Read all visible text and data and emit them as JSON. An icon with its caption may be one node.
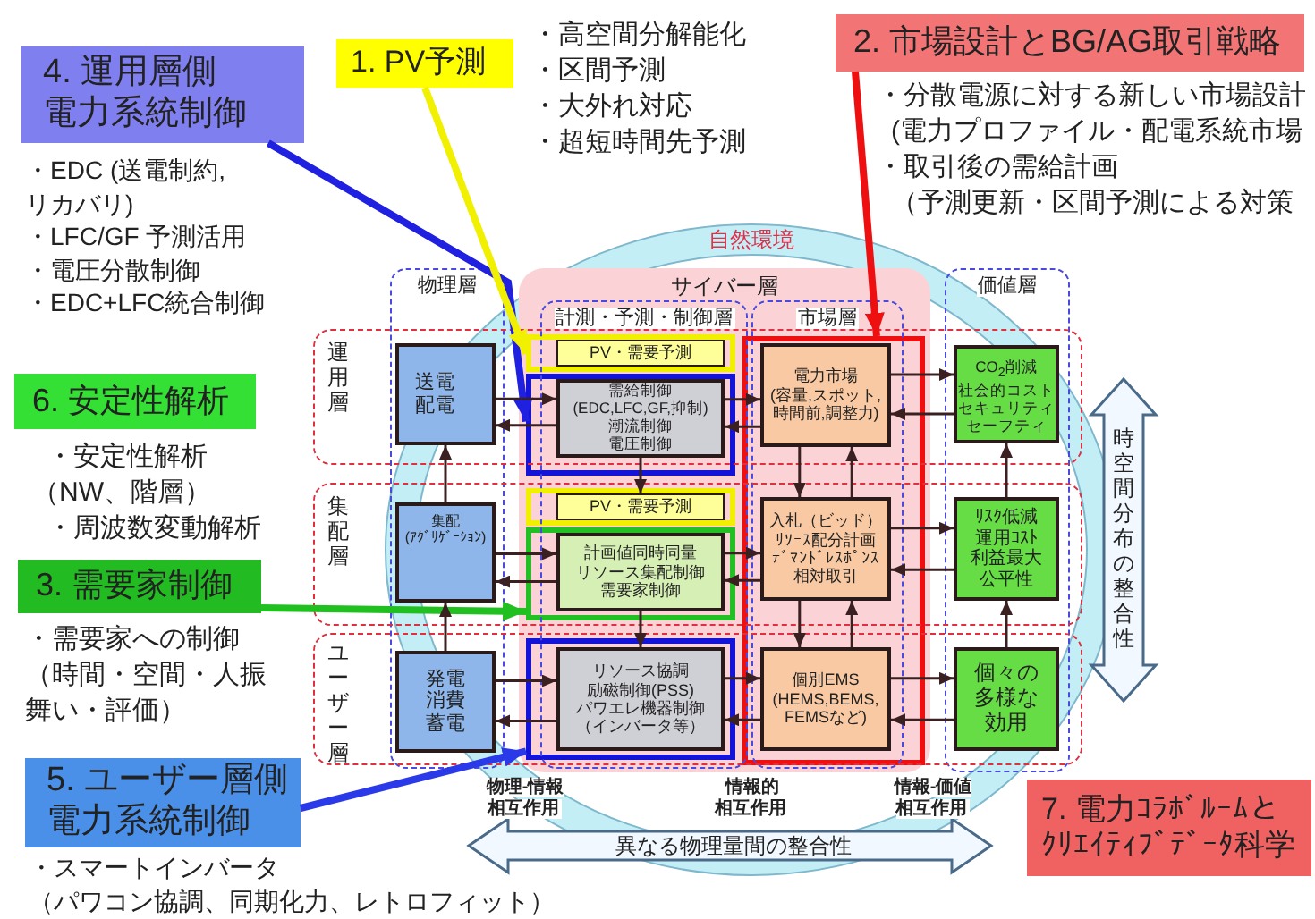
{
  "diagram": {
    "nodes": [
      {
        "text": [
          "4. 運用層側電力系統制御"
        ],
        "beside": [
          "・EDC (送電制約, リカバリ)",
          "・LFC/GF 予測活用",
          "・電圧分散制御",
          "・EDC+LFC統合制御"
        ]
      },
      {
        "text": [
          "1. PV予測"
        ],
        "beside": [
          "・高空間分解能化",
          "・区間予測",
          "・大外れ対応",
          "・超短時間先予測"
        ]
      },
      {
        "text": [
          "2. 市場設計とBG/AG取引戦略"
        ],
        "beside": [
          "・分散電源に対する新しい市場設計",
          "(電力プロファイル・配電系統市場",
          "・取引後の需給計画",
          "（予測更新・区間予測による対策"
        ]
      },
      {
        "text": [
          "6. 安定性解析"
        ],
        "beside": [
          "・安定性解析",
          "（NW、階層）",
          "・周波数変動解析"
        ]
      },
      {
        "text": [
          "3. 需要家制御"
        ],
        "beside": [
          "・需要家への制御",
          "（時間・空間・人振舞い・評価）"
        ]
      },
      {
        "text": [
          "5. ユーザー層側電力系統制御"
        ],
        "beside": [
          "・スマートインバータ",
          "（パワコン協調、同期化力、レトロフィット）"
        ]
      },
      {
        "text": [
          "7. 電力ｺﾗﾎﾞﾙｰﾑとｸﾘｴｲﾃｨﾌﾞﾃﾞｰﾀ科学"
        ]
      },
      {
        "text": [
          "サイバー層"
        ]
      },
      {
        "text": [],
        "shape": "box",
        "in": 7
      },
      {
        "text": [],
        "shape": "box",
        "in": 7
      },
      {
        "text": [],
        "shape": "box",
        "in": 7
      },
      {
        "text": [],
        "shape": "box",
        "in": 7
      },
      {
        "text": [],
        "shape": "box",
        "in": 7
      },
      {
        "text": [],
        "shape": "box",
        "in": 7
      },
      {
        "text": [
          "送電配電"
        ]
      },
      {
        "text": [
          "PV・需要予測"
        ],
        "in": 8
      },
      {
        "text": [
          "需給制御(EDC,LFC,GF,抑制)潮流制御電圧制御"
        ],
        "in": 9
      },
      {
        "text": [
          "電力市場(容量,スポット,時間前,調整力)"
        ],
        "in": 13
      },
      {
        "text": [
          "CO$_{2}$削減社会的コストセキュリティセーフティ"
        ]
      },
      {
        "text": [
          "集配(ｱｸﾞﾘｹﾞｰｼｮﾝ)"
        ]
      },
      {
        "text": [
          "PV・需要予測"
        ],
        "in": 10
      },
      {
        "text": [
          "計画値同時同量リソース集配制御需要家制御"
        ],
        "in": 11
      },
      {
        "text": [
          "入札（ビッド）ﾘｿｰｽ配分計画ﾃﾞﾏﾝﾄﾞﾚｽﾎﾟﾝｽ相対取引"
        ],
        "in": 13
      },
      {
        "text": [
          "ﾘｽｸ低減運用ｺｽﾄ利益最大公平性"
        ]
      },
      {
        "text": [
          "発電消費蓄電"
        ]
      },
      {
        "text": [
          "リソース協調励磁制御(PSS)パワエレ機器制御（インバータ等）"
        ],
        "in": 12
      },
      {
        "text": [
          "個別EMS(HEMS,BEMS,FEMSなど)"
        ],
        "in": 13
      },
      {
        "text": [
          "個々の多様な効用"
        ]
      }
    ],
    "edges": [
      {
        "from": 0,
        "to": 9,
        "arrow": "to",
        "style": "thick",
        "color": "#2020e0"
      },
      {
        "from": 1,
        "to": 8,
        "arrow": "to",
        "style": "thick",
        "color": "#f0f000"
      },
      {
        "from": 2,
        "to": 13,
        "arrow": "to",
        "style": "thick",
        "color": "#ee1010"
      },
      {
        "from": 4,
        "to": 11,
        "arrow": "to",
        "style": "thick",
        "color": "#20c020"
      },
      {
        "from": 5,
        "to": 12,
        "arrow": "to",
        "style": "thick",
        "color": "#2a3ae8"
      },
      {
        "from": 14,
        "to": 16,
        "arrow": "to"
      },
      {
        "from": 16,
        "to": 14,
        "arrow": "to"
      },
      {
        "from": 16,
        "to": 17,
        "arrow": "to"
      },
      {
        "from": 17,
        "to": 16,
        "arrow": "to"
      },
      {
        "from": 17,
        "to": 18,
        "arrow": "to"
      },
      {
        "from": 18,
        "to": 17,
        "arrow": "to"
      },
      {
        "from": 19,
        "to": 21,
        "arrow": "to"
      },
      {
        "from": 21,
        "to": 19,
        "arrow": "to"
      },
      {
        "from": 21,
        "to": 22,
        "arrow": "to"
      },
      {
        "from": 22,
        "to": 21,
        "arrow": "to"
      },
      {
        "from": 22,
        "to": 23,
        "arrow": "to"
      },
      {
        "from": 23,
        "to": 22,
        "arrow": "to"
      },
      {
        "from": 24,
        "to": 25,
        "arrow": "to"
      },
      {
        "from": 25,
        "to": 24,
        "arrow": "to"
      },
      {
        "from": 25,
        "to": 26,
        "arrow": "to"
      },
      {
        "from": 26,
        "to": 25,
        "arrow": "to"
      },
      {
        "from": 26,
        "to": 27,
        "arrow": "to"
      },
      {
        "from": 27,
        "to": 26,
        "arrow": "to"
      },
      {
        "from": 19,
        "to": 14,
        "arrow": "to"
      },
      {
        "from": 24,
        "to": 19,
        "arrow": "to"
      },
      {
        "from": 16,
        "to": 20,
        "arrow": "to"
      },
      {
        "from": 21,
        "to": 25,
        "arrow": "to"
      },
      {
        "from": 17,
        "to": 22,
        "arrow": "to"
      },
      {
        "from": 22,
        "to": 17,
        "arrow": "to"
      },
      {
        "from": 22,
        "to": 26,
        "arrow": "to"
      },
      {
        "from": 26,
        "to": 22,
        "arrow": "to"
      },
      {
        "from": 23,
        "to": 18,
        "arrow": "to"
      },
      {
        "from": 27,
        "to": 23,
        "arrow": "to"
      }
    ],
    "labels": [
      "自然環境",
      "物理層",
      "価値層",
      "計測・予測・制御層",
      "市場層",
      "運用層",
      "集配層",
      "ユーザー層",
      "時空間分布の整合性",
      "物理-情報相互作用",
      "情報的相互作用",
      "情報-価値相互作用",
      "異なる物理量間の整合性"
    ]
  }
}
